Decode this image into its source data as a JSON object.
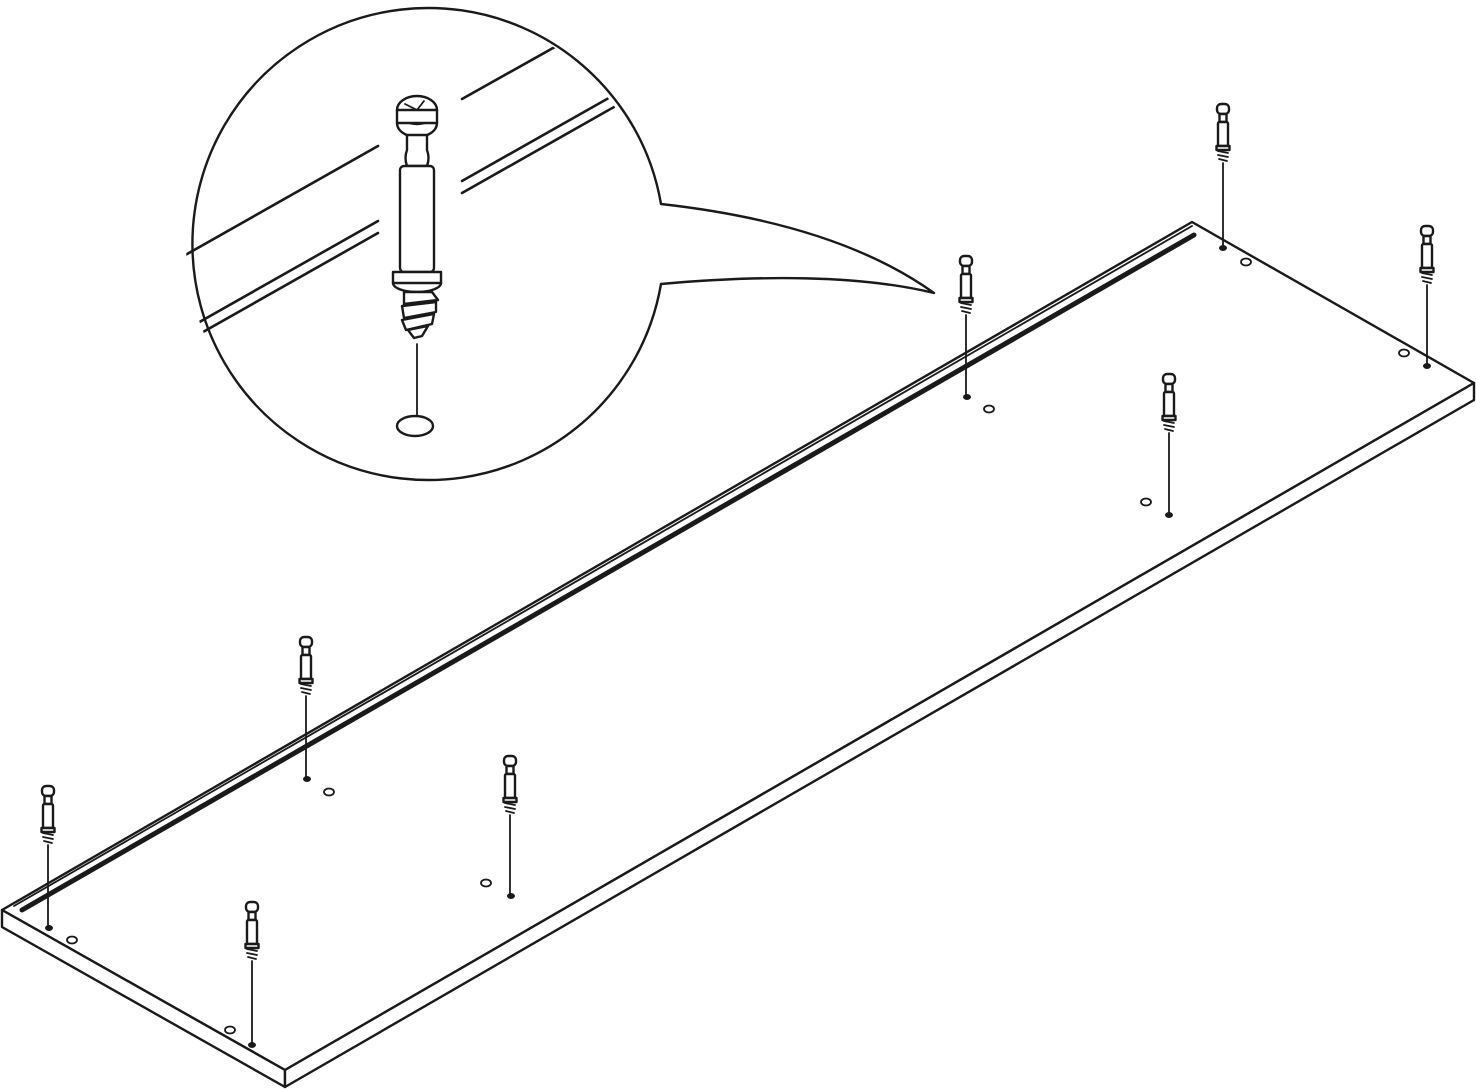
{
  "figure": {
    "kind": "assembly-instruction-illustration",
    "subject": "panel-with-cam-dowels",
    "line_color": "#1a1a1a",
    "background_color": "#ffffff",
    "dowel_count": 8,
    "hole_count": 16,
    "callout": "magnified-dowel-detail"
  }
}
